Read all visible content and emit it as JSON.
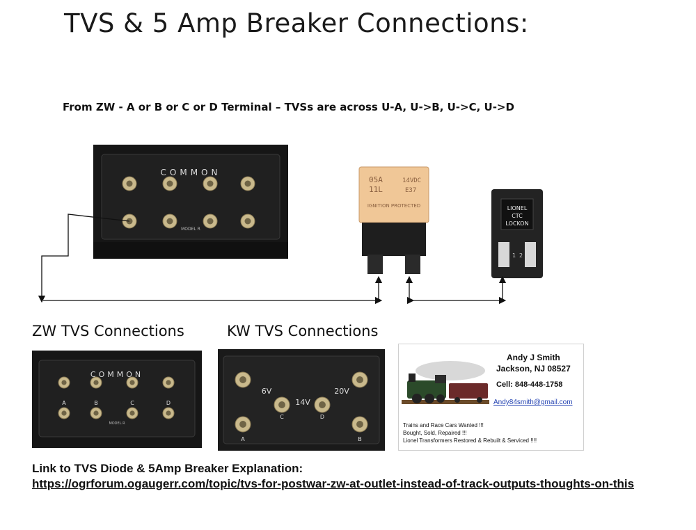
{
  "title": "TVS & 5 Amp Breaker Connections:",
  "subtitle": "From  ZW  - A or B  or C  or D  Terminal – TVSs are across U-A, U->B, U->C, U->D",
  "main_photo": {
    "label": "COMMON",
    "model": "MODEL R"
  },
  "breaker": {
    "line1": "05A",
    "line2": "11L",
    "right1": "14VDC",
    "right2": "E37",
    "bottom": "IGNITION PROTECTED"
  },
  "lockon": {
    "line1": "LIONEL",
    "line2": "CTC",
    "line3": "LOCKON",
    "pin1": "1",
    "pin2": "2"
  },
  "zw_section": {
    "heading": "ZW TVS Connections",
    "label": "COMMON",
    "model": "MODEL R",
    "terminals": [
      "A",
      "B",
      "C",
      "D"
    ]
  },
  "kw_section": {
    "heading": "KW TVS Connections",
    "volts": [
      "6V",
      "14V",
      "20V"
    ],
    "terminals": [
      "A",
      "C",
      "D",
      "B"
    ]
  },
  "card": {
    "name": "Andy J Smith",
    "city": "Jackson, NJ 08527",
    "cell": "Cell: 848-448-1758",
    "email": "Andy84smith@gmail.com",
    "line1": "Trains and  Race Cars Wanted !!!",
    "line2": "Bought, Sold, Repaired !!!",
    "line3": "Lionel Transformers Restored & Rebuilt & Serviced !!!!"
  },
  "link_label": "Link to TVS Diode & 5Amp Breaker Explanation:",
  "link_url": "https://ogrforum.ogaugerr.com/topic/tvs-for-postwar-zw-at-outlet-instead-of-track-outputs-thoughts-on-this",
  "colors": {
    "terminal_dark": "#1c1c1c",
    "brass": "#c9b98c",
    "breaker_tan": "#f0c797",
    "email_blue": "#1f3fb0"
  }
}
